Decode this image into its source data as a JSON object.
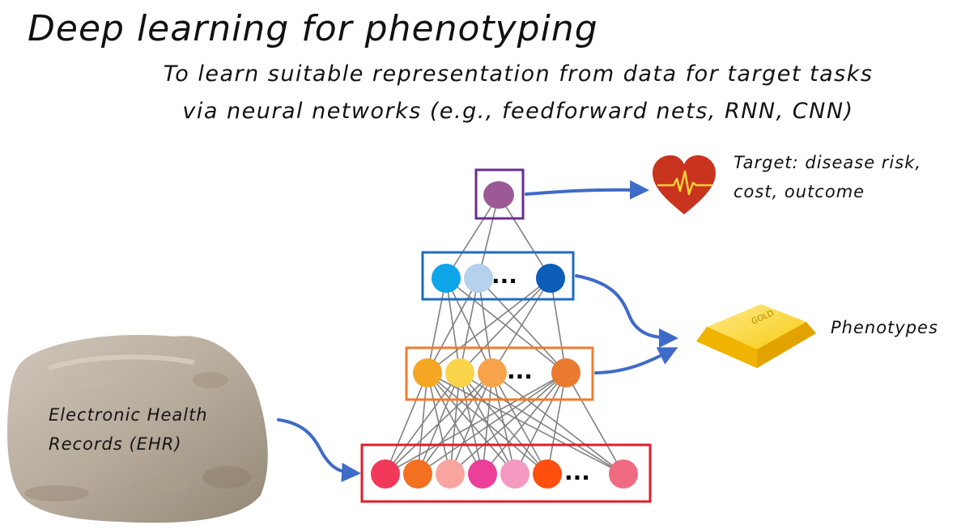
{
  "title": "Deep learning for phenotyping",
  "subtitle": {
    "line1": "To learn suitable representation from data for target tasks",
    "line2": "via neural networks (e.g., feedforward nets, RNN, CNN)"
  },
  "labels": {
    "target_line1": "Target: disease risk,",
    "target_line2": "cost, outcome",
    "phenotypes": "Phenotypes",
    "ehr_line1": "Electronic Health",
    "ehr_line2": "Records (EHR)",
    "ellipsis": "...",
    "gold_bar_text": "GOLD"
  },
  "colors": {
    "output_box": "#6b2c91",
    "output_node": "#9b5a96",
    "hidden2_box": "#1f6bbf",
    "hidden2_nodes": [
      "#0ea5e9",
      "#b4d1ee",
      "#0b5db8"
    ],
    "hidden1_box": "#f07b2c",
    "hidden1_nodes": [
      "#f5a623",
      "#f9d34a",
      "#f7a34a",
      "#ea7a30"
    ],
    "input_box": "#e11d2a",
    "input_nodes": [
      "#f2395a",
      "#f37021",
      "#f9a6a0",
      "#ec3f9a",
      "#f49ac1",
      "#ff4e0d",
      "#f06b82"
    ],
    "arrow": "#3f6bc8",
    "edge": "#808080"
  },
  "icons": [
    "heart-pulse-icon",
    "gold-bar-icon",
    "rock-image"
  ]
}
